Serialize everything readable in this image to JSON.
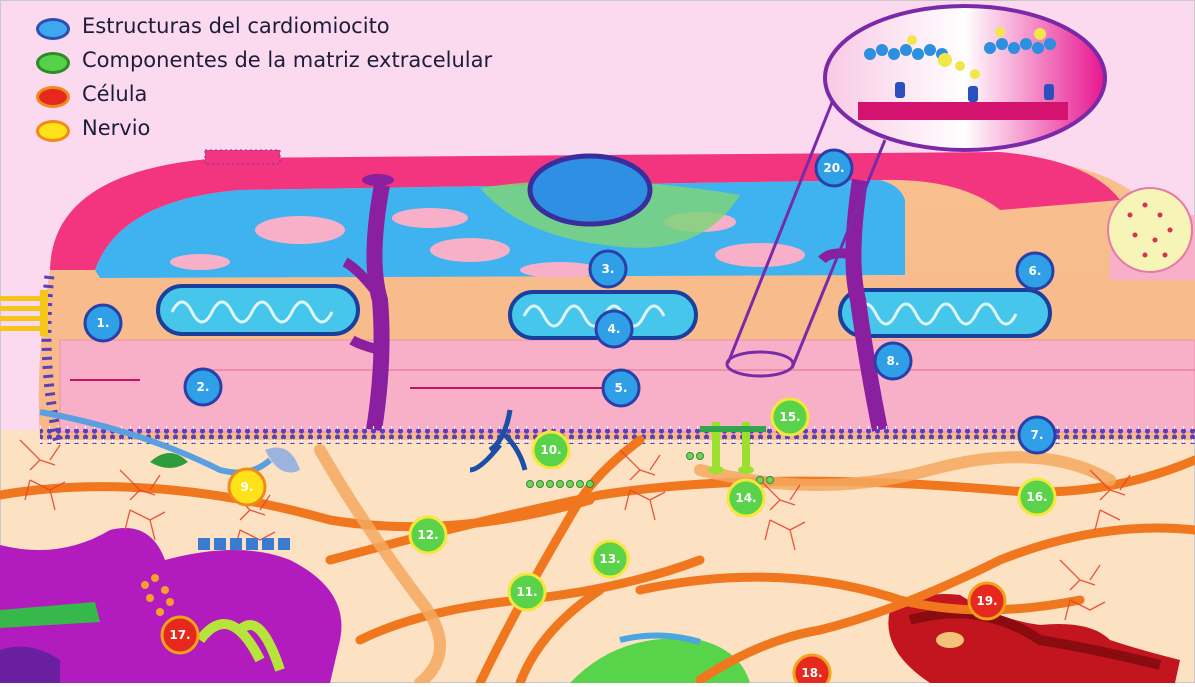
{
  "legend": [
    {
      "label": "Estructuras del cardiomiocito",
      "color": "#3fa7f0",
      "border": "#2c4fb3"
    },
    {
      "label": "Componentes de la matriz extracelular",
      "color": "#55d24a",
      "border": "#2d8c2a"
    },
    {
      "label": "Célula",
      "color": "#e6281e",
      "border": "#f08a1a"
    },
    {
      "label": "Nervio",
      "color": "#ffe21a",
      "border": "#f08a1a"
    }
  ],
  "markers": [
    {
      "id": "m1",
      "label": "1.",
      "category": "cardiomiocito"
    },
    {
      "id": "m2",
      "label": "2.",
      "category": "cardiomiocito"
    },
    {
      "id": "m3",
      "label": "3.",
      "category": "cardiomiocito"
    },
    {
      "id": "m4",
      "label": "4.",
      "category": "cardiomiocito"
    },
    {
      "id": "m5",
      "label": "5.",
      "category": "cardiomiocito"
    },
    {
      "id": "m6",
      "label": "6.",
      "category": "cardiomiocito"
    },
    {
      "id": "m7",
      "label": "7.",
      "category": "cardiomiocito"
    },
    {
      "id": "m8",
      "label": "8.",
      "category": "cardiomiocito"
    },
    {
      "id": "m9",
      "label": "9.",
      "category": "nervio"
    },
    {
      "id": "m10",
      "label": "10.",
      "category": "matriz"
    },
    {
      "id": "m11",
      "label": "11.",
      "category": "matriz"
    },
    {
      "id": "m12",
      "label": "12.",
      "category": "matriz"
    },
    {
      "id": "m13",
      "label": "13.",
      "category": "matriz"
    },
    {
      "id": "m14",
      "label": "14.",
      "category": "matriz"
    },
    {
      "id": "m15",
      "label": "15.",
      "category": "matriz"
    },
    {
      "id": "m16",
      "label": "16.",
      "category": "matriz"
    },
    {
      "id": "m17",
      "label": "17.",
      "category": "celula"
    },
    {
      "id": "m18",
      "label": "18.",
      "category": "celula"
    },
    {
      "id": "m19",
      "label": "19.",
      "category": "celula"
    },
    {
      "id": "m20",
      "label": "20.",
      "category": "cardiomiocito"
    }
  ],
  "colors": {
    "background": "#fbd9ee",
    "ecm": "#fce1c2",
    "sarcolemma": "#f2357e",
    "myofibril": "#f7b0c8",
    "sarcoplasm": "#3fb3ef",
    "tTubule": "#8a1fa0",
    "collagen": "#f0771e",
    "fibroblast": "#b21bbd",
    "vessel": "#c3151d"
  }
}
